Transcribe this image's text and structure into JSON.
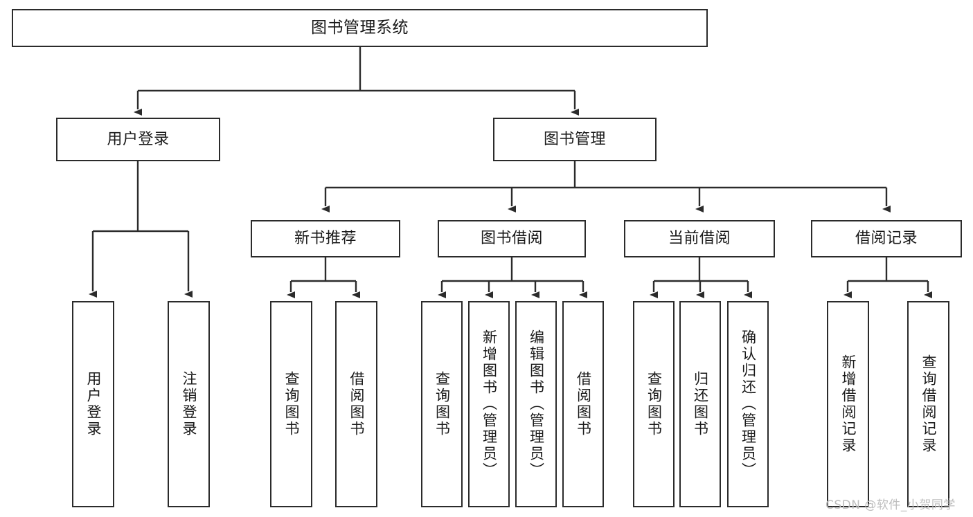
{
  "diagram": {
    "title": "图书管理系统",
    "type": "tree-hierarchy",
    "colors": {
      "box_border": "#2b2b2b",
      "box_fill": "#ffffff",
      "connector": "#2b2b2b",
      "background": "#ffffff",
      "watermark": "#bdbdbd"
    },
    "root": {
      "label": "图书管理系统"
    },
    "level2": [
      {
        "label": "用户登录"
      },
      {
        "label": "图书管理"
      }
    ],
    "level3": [
      {
        "label": "新书推荐"
      },
      {
        "label": "图书借阅"
      },
      {
        "label": "当前借阅"
      },
      {
        "label": "借阅记录"
      }
    ],
    "leaves": {
      "user_login": [
        {
          "label": "用户登录"
        },
        {
          "label": "注销登录"
        }
      ],
      "new_book_recommend": [
        {
          "label": "查询图书"
        },
        {
          "label": "借阅图书"
        }
      ],
      "book_borrow": [
        {
          "label": "查询图书"
        },
        {
          "label": "新增图书（管理员）"
        },
        {
          "label": "编辑图书（管理员）"
        },
        {
          "label": "借阅图书"
        }
      ],
      "current_borrow": [
        {
          "label": "查询图书"
        },
        {
          "label": "归还图书"
        },
        {
          "label": "确认归还（管理员）"
        }
      ],
      "borrow_record": [
        {
          "label": "新增借阅记录"
        },
        {
          "label": "查询借阅记录"
        }
      ]
    }
  },
  "watermark": {
    "text": "CSDN @软件_小贺同学"
  }
}
